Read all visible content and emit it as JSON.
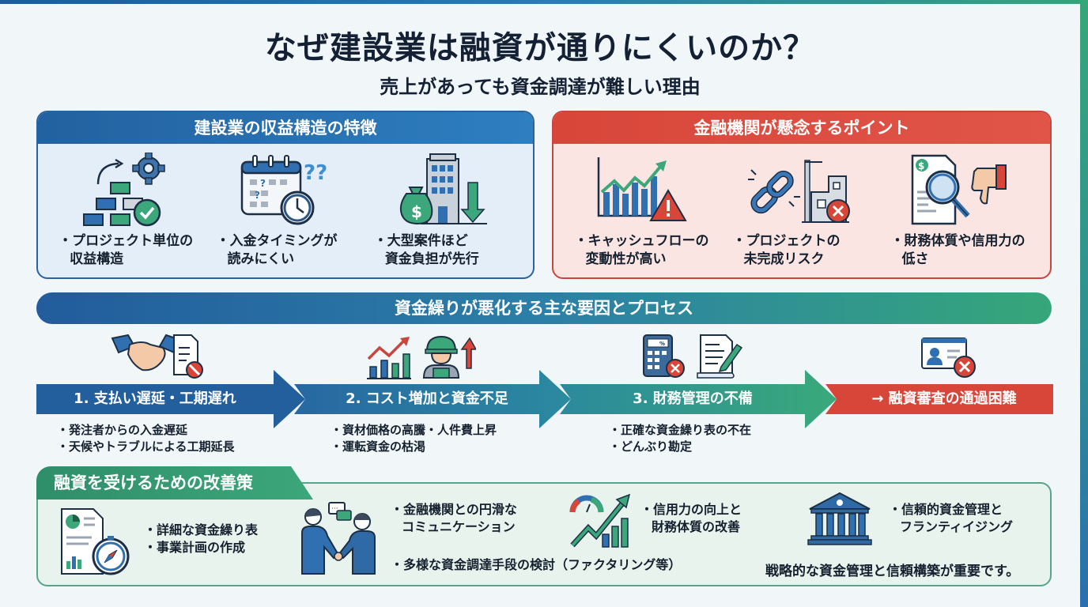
{
  "header": {
    "title": "なぜ建設業は融資が通りにくいのか？",
    "subtitle": "売上があっても資金調達が難しい理由"
  },
  "colors": {
    "blue": "#2361a0",
    "red": "#d8463a",
    "green": "#36a779",
    "dark_text": "#14202e"
  },
  "revenue_panel": {
    "title": "建設業の収益構造の特徴",
    "items": [
      {
        "icon": "project-structure-icon",
        "line1": "・プロジェクト単位の",
        "line2": "収益構造"
      },
      {
        "icon": "calendar-clock-icon",
        "line1": "・入金タイミングが",
        "line2": "読みにくい"
      },
      {
        "icon": "money-building-icon",
        "line1": "・大型案件ほど",
        "line2": "資金負担が先行"
      }
    ]
  },
  "bank_panel": {
    "title": "金融機関が懸念するポイント",
    "items": [
      {
        "icon": "volatile-chart-warning-icon",
        "line1": "・キャッシュフローの",
        "line2": "変動性が高い"
      },
      {
        "icon": "broken-chain-icon",
        "line1": "・プロジェクトの",
        "line2": "未完成リスク"
      },
      {
        "icon": "document-magnifier-thumbs-down-icon",
        "line1": "・財務体質や信用力の",
        "line2": "低さ"
      }
    ]
  },
  "process": {
    "title": "資金繰りが悪化する主な要因とプロセス",
    "steps": [
      {
        "label": "1. 支払い遅延・工期遅れ",
        "bullets": [
          "・発注者からの入金遅延",
          "・天候やトラブルによる工期延長"
        ]
      },
      {
        "label": "2. コスト増加と資金不足",
        "bullets": [
          "・資材価格の高騰・人件費上昇",
          "・運転資金の枯渇"
        ]
      },
      {
        "label": "3. 財務管理の不備",
        "bullets": [
          "・正確な資金繰り表の不在",
          "・どんぶり勘定"
        ]
      }
    ],
    "result": "→ 融資審査の通過困難",
    "calc_display": "%"
  },
  "improvements": {
    "title": "融資を受けるための改善策",
    "plan": [
      "・詳細な資金繰り表",
      "・事業計画の作成"
    ],
    "communication": [
      "・金融機関との円滑な",
      "コミュニケーション"
    ],
    "financing": "・多様な資金調達手段の検討（ファクタリング等）",
    "credit": [
      "・信用力の向上と",
      "財務体質の改善"
    ],
    "trust": [
      "・信頼的資金管理と",
      "フランティイジング"
    ],
    "footer": "戦略的な資金管理と信頼構築が重要です。"
  }
}
